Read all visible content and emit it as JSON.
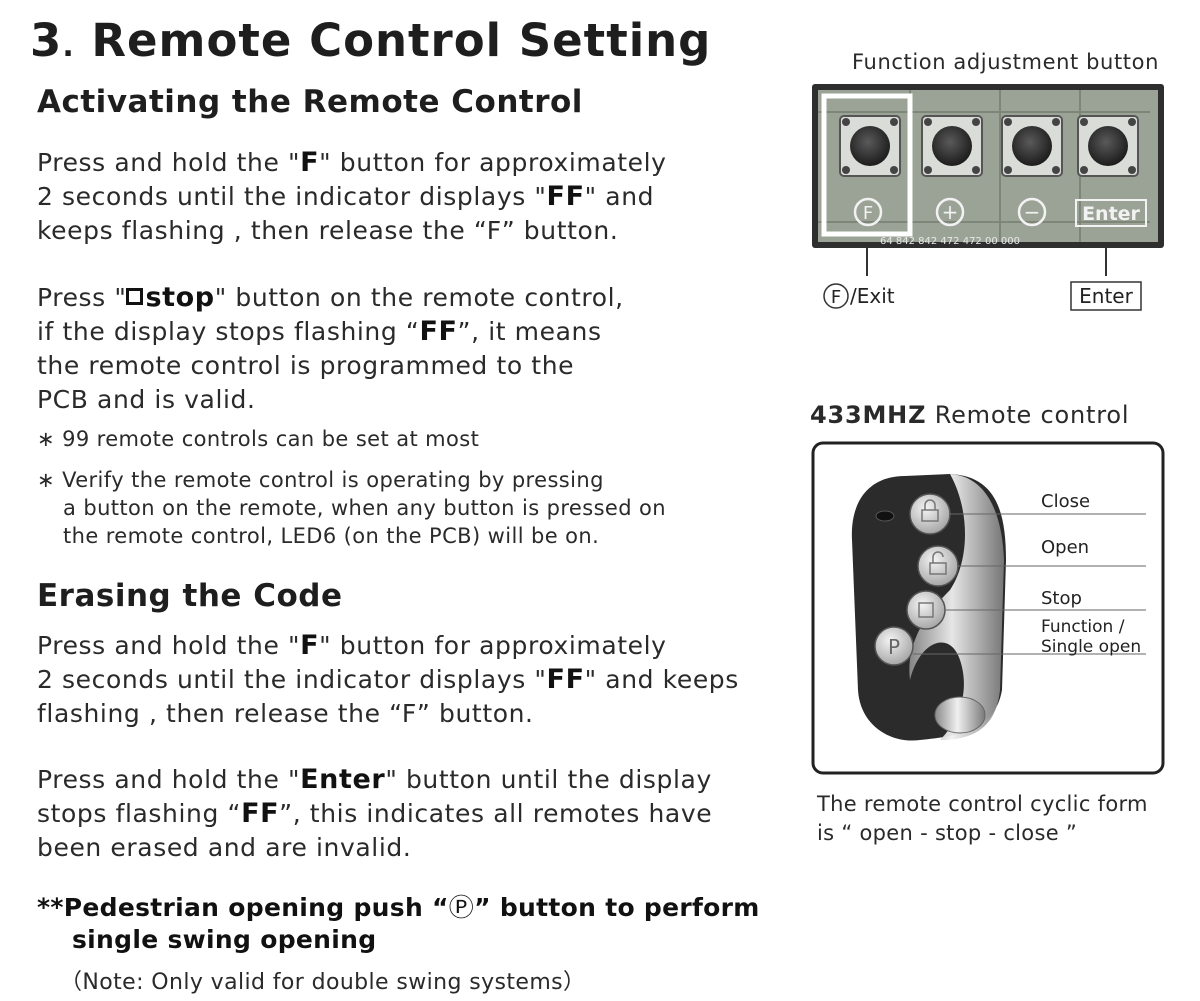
{
  "title": {
    "number": "3",
    "dot": ".",
    "text": "Remote Control Setting"
  },
  "activating": {
    "heading": "Activating the Remote Control",
    "p1": {
      "l1a": "Press and hold the \"",
      "l1b": "F",
      "l1c": "\" button for approximately",
      "l2a": "2 seconds until the indicator displays \"",
      "l2b": "FF",
      "l2c": "\" and",
      "l3": "keeps flashing , then release the “F” button."
    },
    "p2": {
      "l1a": "Press \"",
      "l1b": "stop",
      "l1c": "\" button on the remote control,",
      "l2a": "if the display stops flashing “",
      "l2b": "FF",
      "l2c": "”, it means",
      "l3": "the remote control is programmed to the",
      "l4": "PCB and is valid."
    },
    "note1": "∗ 99 remote controls can be set at most",
    "note2": {
      "l1": "∗  Verify the remote control is operating by pressing",
      "l2": "a button on the remote, when any button is pressed on",
      "l3": "the remote control,  LED6 (on the PCB) will be on."
    }
  },
  "erasing": {
    "heading": "Erasing the Code",
    "p1": {
      "l1a": "Press and hold the \"",
      "l1b": "F",
      "l1c": "\" button for approximately",
      "l2a": "2 seconds until the indicator displays \"",
      "l2b": "FF",
      "l2c": "\" and keeps",
      "l3": "flashing , then release the “F” button."
    },
    "p2": {
      "l1a": "Press and hold the \"",
      "l1b": "Enter",
      "l1c": "\" button until the display",
      "l2a": "stops flashing “",
      "l2b": "FF",
      "l2c": "”, this indicates all remotes have",
      "l3": "been erased and are invalid."
    }
  },
  "pedestrian": {
    "l1a": "**Pedestrian opening push “",
    "l1b": "Ⓟ",
    "l1c": "” button to perform",
    "l2": "single swing opening",
    "note": "（Note: Only valid for double swing systems）"
  },
  "pcb": {
    "caption": "Function adjustment button",
    "button_symbols": [
      "F",
      "+",
      "−",
      "Enter"
    ],
    "silkscreen": "64    842  842  472   472   00   000",
    "label_f": "F",
    "label_exit": "/Exit",
    "label_enter": "Enter"
  },
  "remote": {
    "heading_bold": "433MHZ",
    "heading_rest": " Remote control",
    "labels": {
      "close": "Close",
      "open": "Open",
      "stop": "Stop",
      "function_l1": "Function /",
      "function_l2": "Single open"
    },
    "p_symbol": "P",
    "caption_l1": "The remote control cyclic form",
    "caption_l2": "is “ open - stop - close ”"
  },
  "colors": {
    "text": "#222222",
    "pcb_dark": "#3a3a3a",
    "pcb_green": "#9fa89c",
    "remote_body": "#2b2b2b",
    "chrome": "#c9c9c9"
  }
}
